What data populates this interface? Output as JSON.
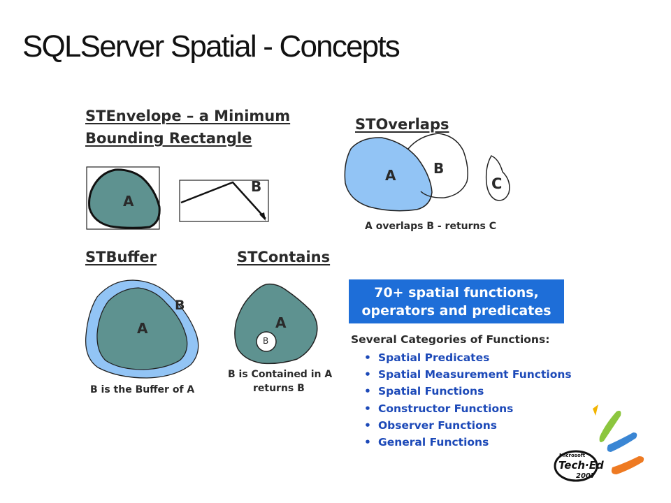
{
  "slide": {
    "title": "SQLServer Spatial - Concepts"
  },
  "stenvelope": {
    "heading_line1": "STEnvelope – a Minimum",
    "heading_line2": "Bounding Rectangle",
    "label_a": "A",
    "label_b": "B"
  },
  "stoverlaps": {
    "heading": "STOverlaps",
    "label_a": "A",
    "label_b": "B",
    "label_c": "C",
    "caption": "A overlaps B - returns C"
  },
  "stbuffer": {
    "heading": "STBuffer",
    "label_a": "A",
    "label_b": "B",
    "caption": "B is the Buffer of A"
  },
  "stcontains": {
    "heading": "STContains",
    "label_a": "A",
    "label_b": "B",
    "caption_line1": "B is Contained in A",
    "caption_line2": "returns B"
  },
  "functions": {
    "banner_line1": "70+ spatial functions,",
    "banner_line2": "operators and predicates",
    "header": "Several Categories of Functions:",
    "bullet": "•",
    "items": [
      "Spatial Predicates",
      "Spatial Measurement Functions",
      "Spatial Functions",
      "Constructor Functions",
      "Observer Functions",
      "General Functions"
    ]
  },
  "logo": {
    "brand": "Microsoft",
    "name": "Tech·Ed",
    "year": "2007"
  },
  "colors": {
    "teal_fill": "#5e9290",
    "light_blue_fill": "#92c4f5",
    "banner_blue": "#1e6ed8",
    "list_blue": "#1c49b8"
  }
}
